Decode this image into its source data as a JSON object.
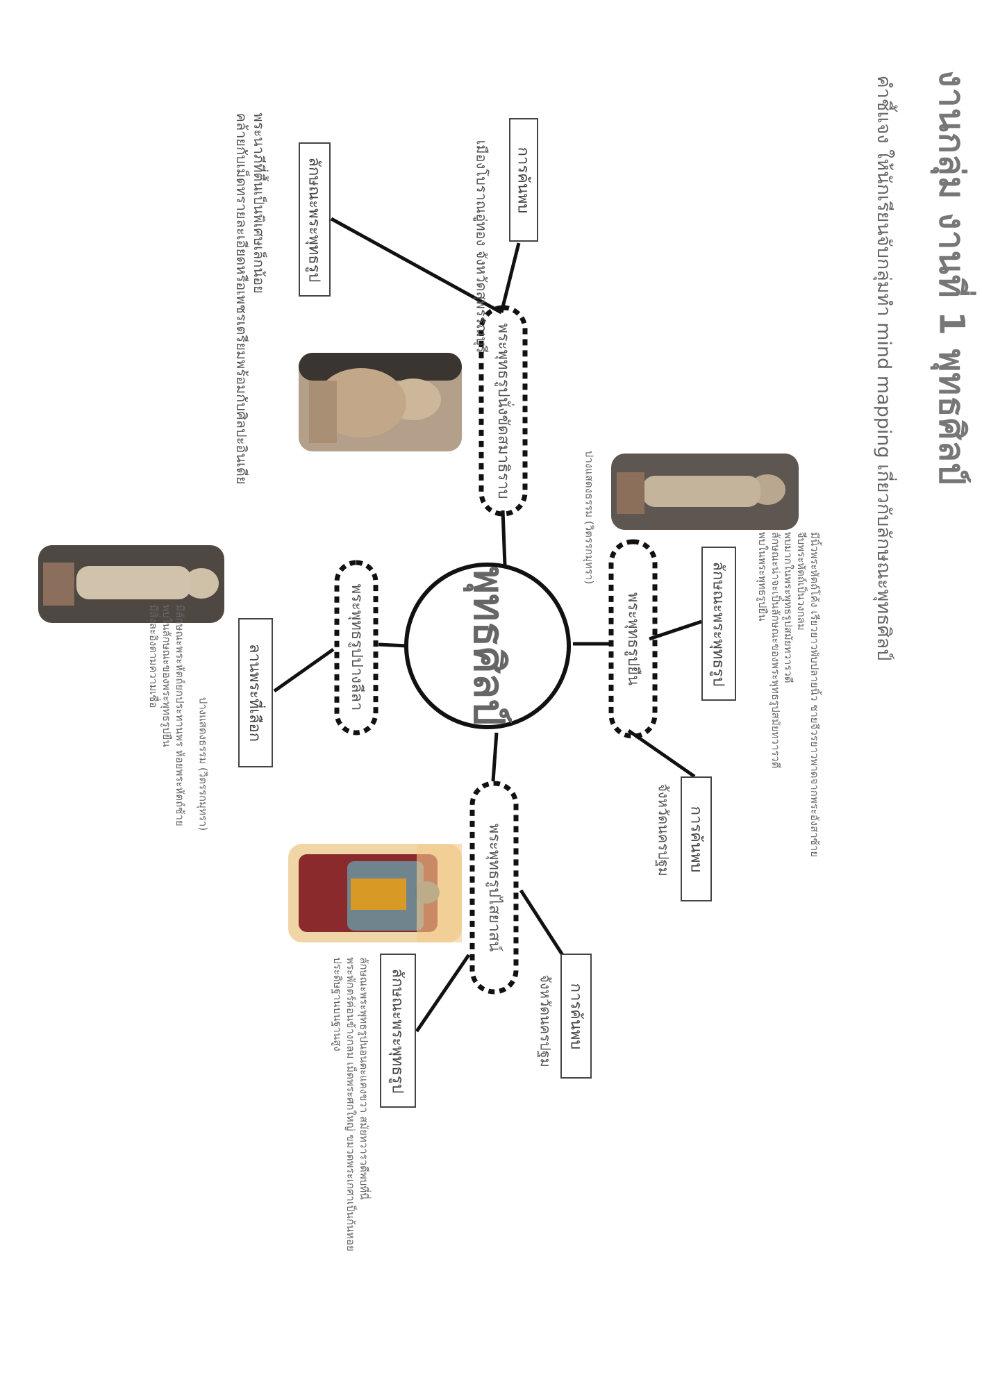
{
  "title": "งานกลุ่ม งานที่ 1 พุทธศิลป์",
  "subtitle": "คำชี้แจง ให้นักเรียนจับกลุ่มทำ mind mapping เกี่ยวกับลักษณะพุทธศิลป์",
  "center": "พุทธศิลป์",
  "nodes": [
    "พระพุทธรูปนั่งขัดสมาธิราบ",
    "พระพุทธรูปยืน",
    "พระพุทธรูปไสยาสน์",
    "พระพุทธรูปปางลีลา"
  ],
  "boxes": {
    "b1": "การค้นพบ",
    "b2": "ลักษณะพระพุทธรูป",
    "b3": "ลักษณะพระพุทธรูป",
    "b4": "การค้นพบ",
    "b5": "การค้นพบ",
    "b6": "ลักษณะพระพุทธรูป",
    "b7": "ลานพระที่เลือก"
  },
  "notes": {
    "top_find": "เมืองโบราณอู่ทอง จังหวัดสุพรรณบุรี",
    "top_left": [
      "พระนาภีที่ตื้นเป็นพิเศษเล็กน้อย",
      "คล้ายกับเม็ดทรายละเอียดหรือเพชรเตรียมพร้อมกับศิลปะอินเดีย"
    ],
    "mudra1": "ปางแสดงธรรม (วิตรรกมุทรา)",
    "right_char": [
      "มีนิ้วพระหัตถ์โค้ง เรียวยาวพับปลายนิ้ว ชายจีวรยาวพาดจากพระอังสาซ้าย",
      "จีบพระหัตถ์เป็นวงกลม",
      "พบมากในพระพุทธรูปสมัยทวารวดี",
      "ลักษณะน่าจะเป็นลักษณะของพระพุทธรูปสมัยทวารวดี",
      "พบในพระพุทธรูปยืน"
    ],
    "right_find": "จังหวัดนครปฐม",
    "bottom_find": "จังหวัดนครปฐม",
    "bottom_char": [
      "ลักษณะพระพุทธรูปนอนตะแคงขวา สมัยทวารวดีพบที่นี่",
      "พระพักตร์ค่อนข้างกลม เม็ดพระศกใหญ่ ขมวดพระเกศาเป็นก้นหอย",
      "ประดิษฐานบนฐานสูง"
    ],
    "left_mudra": "ปางแสดงธรรม (วิตรรกมุทรา)",
    "left_char": [
      "มีลักษณะพระหัตถ์ยกประทานพร ห้อยพระหัตถ์ซ้าย",
      "พบในลักษณะของพระพุทธรูปยืน",
      "มีสิ่งละอิงตามความเชื่อ"
    ]
  },
  "colors": {
    "line": "#111111",
    "text": "#555555",
    "title": "#777777"
  }
}
